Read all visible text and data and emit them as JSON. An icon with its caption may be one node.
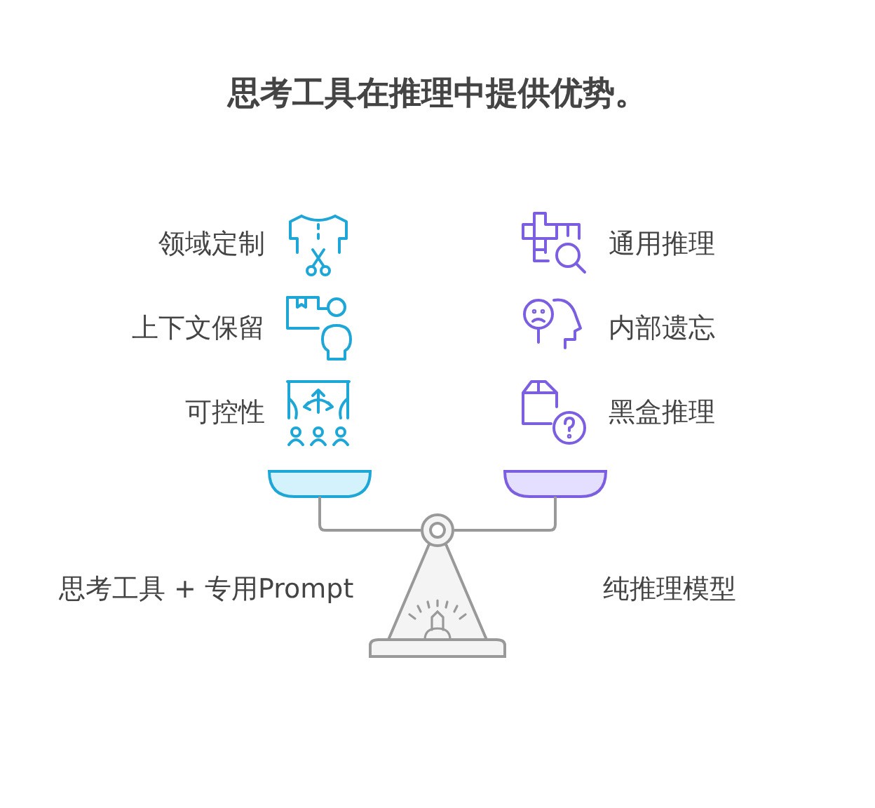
{
  "diagram": {
    "title": "思考工具在推理中提供优势。",
    "labels": [
      "领域定制",
      "通用推理",
      "上下文保留",
      "内部遗忘",
      "可控性",
      "黑盒推理",
      "思考工具 + 专用Prompt",
      "纯推理模型"
    ]
  }
}
